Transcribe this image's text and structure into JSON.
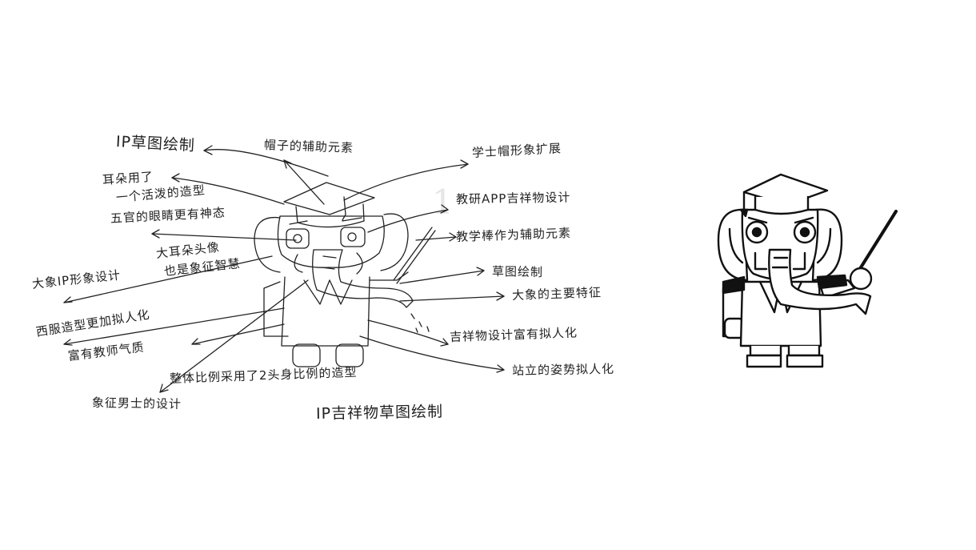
{
  "sketch": {
    "annotations": {
      "ip_sketch": "IP草图绘制",
      "hat_tassel": "帽子的辅助元素",
      "hat_shape": "学士帽形象扩展",
      "hair_old": "耳朵用了",
      "hair_new": "一个活泼的造型",
      "eyes_note": "五官的眼睛更有神态",
      "app_design": "教研APP吉祥物设计",
      "pointer_note": "教学棒作为辅助元素",
      "ears_note": "大耳朵头像",
      "ears_note2": "也是象征智慧",
      "elephant_ip": "大象IP形象设计",
      "draft": "草图绘制",
      "features": "大象的主要特征",
      "suit_note": "西服造型更加拟人化",
      "dress_note": "富有教师气质",
      "mascot_note": "吉祥物设计富有拟人化",
      "posture_note": "站立的姿势拟人化",
      "ratio_note": "整体比例采用了2头身比例的造型",
      "male_design": "象征男士的设计",
      "ip_mascot_sketch": "IP吉祥物草图绘制"
    }
  },
  "colors": {
    "ink": "#1a1a1a",
    "paper": "#ffffff"
  }
}
